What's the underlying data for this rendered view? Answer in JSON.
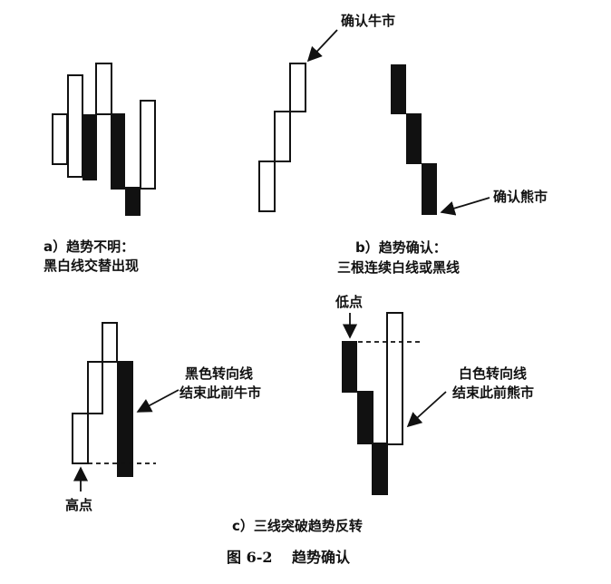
{
  "panel_a": {
    "caption_line1": "a）趋势不明：",
    "caption_line2": "黑白线交替出现"
  },
  "panel_b": {
    "label_bull": "确认牛市",
    "label_bear": "确认熊市",
    "caption_line1": "b）趋势确认：",
    "caption_line2": "三根连续白线或黑线"
  },
  "panel_c": {
    "label_high": "高点",
    "label_black_turn_1": "黑色转向线",
    "label_black_turn_2": "结束此前牛市",
    "label_low": "低点",
    "label_white_turn_1": "白色转向线",
    "label_white_turn_2": "结束此前熊市",
    "caption": "c）三线突破趋势反转"
  },
  "figure_caption": "图 6-2　 趋势确认"
}
